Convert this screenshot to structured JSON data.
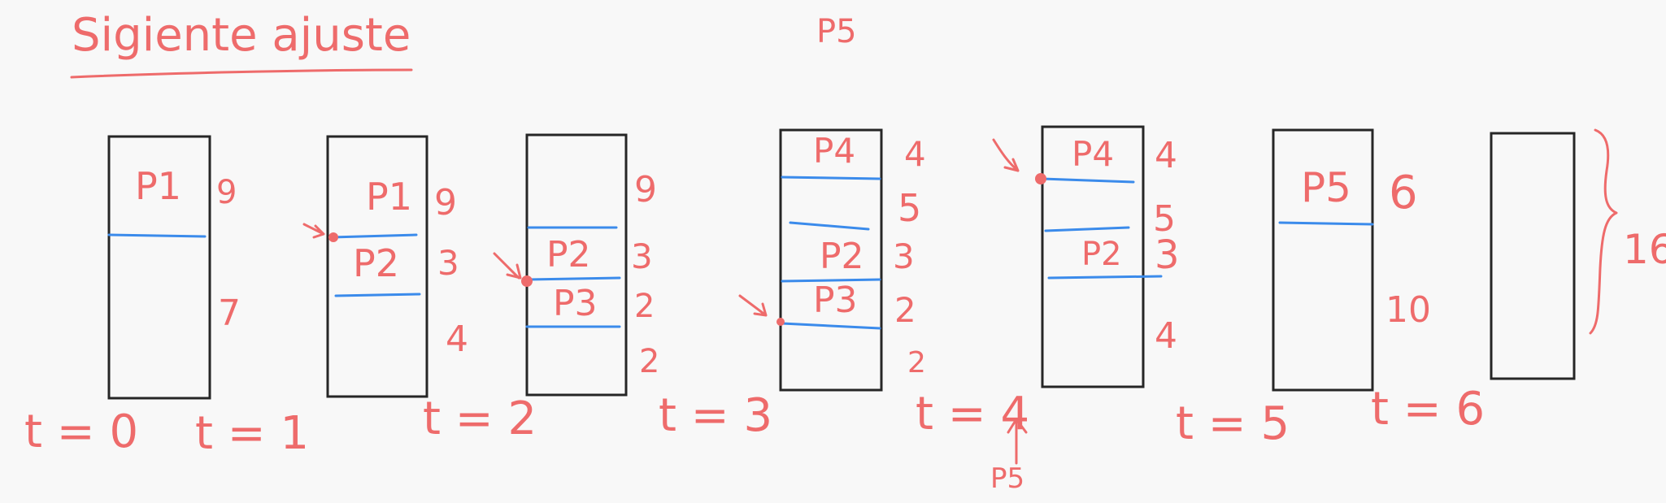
{
  "title": "Sigiente ajuste",
  "top_label": "P5",
  "brace_label": "16",
  "snapshots": [
    {
      "time": "t = 0",
      "blocks": [
        {
          "name": "P1",
          "size": "9"
        },
        {
          "name": "",
          "size": "7"
        }
      ]
    },
    {
      "time": "t = 1",
      "blocks": [
        {
          "name": "P1",
          "size": "9"
        },
        {
          "name": "P2",
          "size": "3"
        },
        {
          "name": "",
          "size": "4"
        }
      ]
    },
    {
      "time": "t = 2",
      "blocks": [
        {
          "name": "",
          "size": "9"
        },
        {
          "name": "P2",
          "size": "3"
        },
        {
          "name": "P3",
          "size": "2"
        },
        {
          "name": "",
          "size": "2"
        }
      ]
    },
    {
      "time": "t = 3",
      "blocks": [
        {
          "name": "P4",
          "size": "4"
        },
        {
          "name": "",
          "size": "5"
        },
        {
          "name": "P2",
          "size": "3"
        },
        {
          "name": "P3",
          "size": "2"
        },
        {
          "name": "",
          "size": "2"
        }
      ]
    },
    {
      "time": "t = 4",
      "arrival": "P5",
      "blocks": [
        {
          "name": "P4",
          "size": "4"
        },
        {
          "name": "",
          "size": "5"
        },
        {
          "name": "P2",
          "size": "3"
        },
        {
          "name": "",
          "size": "4"
        }
      ]
    },
    {
      "time": "t = 5",
      "blocks": [
        {
          "name": "P5",
          "size": "6"
        },
        {
          "name": "",
          "size": "10"
        }
      ]
    },
    {
      "time": "t = 6",
      "blocks": []
    }
  ],
  "colors": {
    "ink": "#ee6b6b",
    "divider": "#3b8beb",
    "frame": "#262626",
    "background": "#f8f8f8"
  }
}
